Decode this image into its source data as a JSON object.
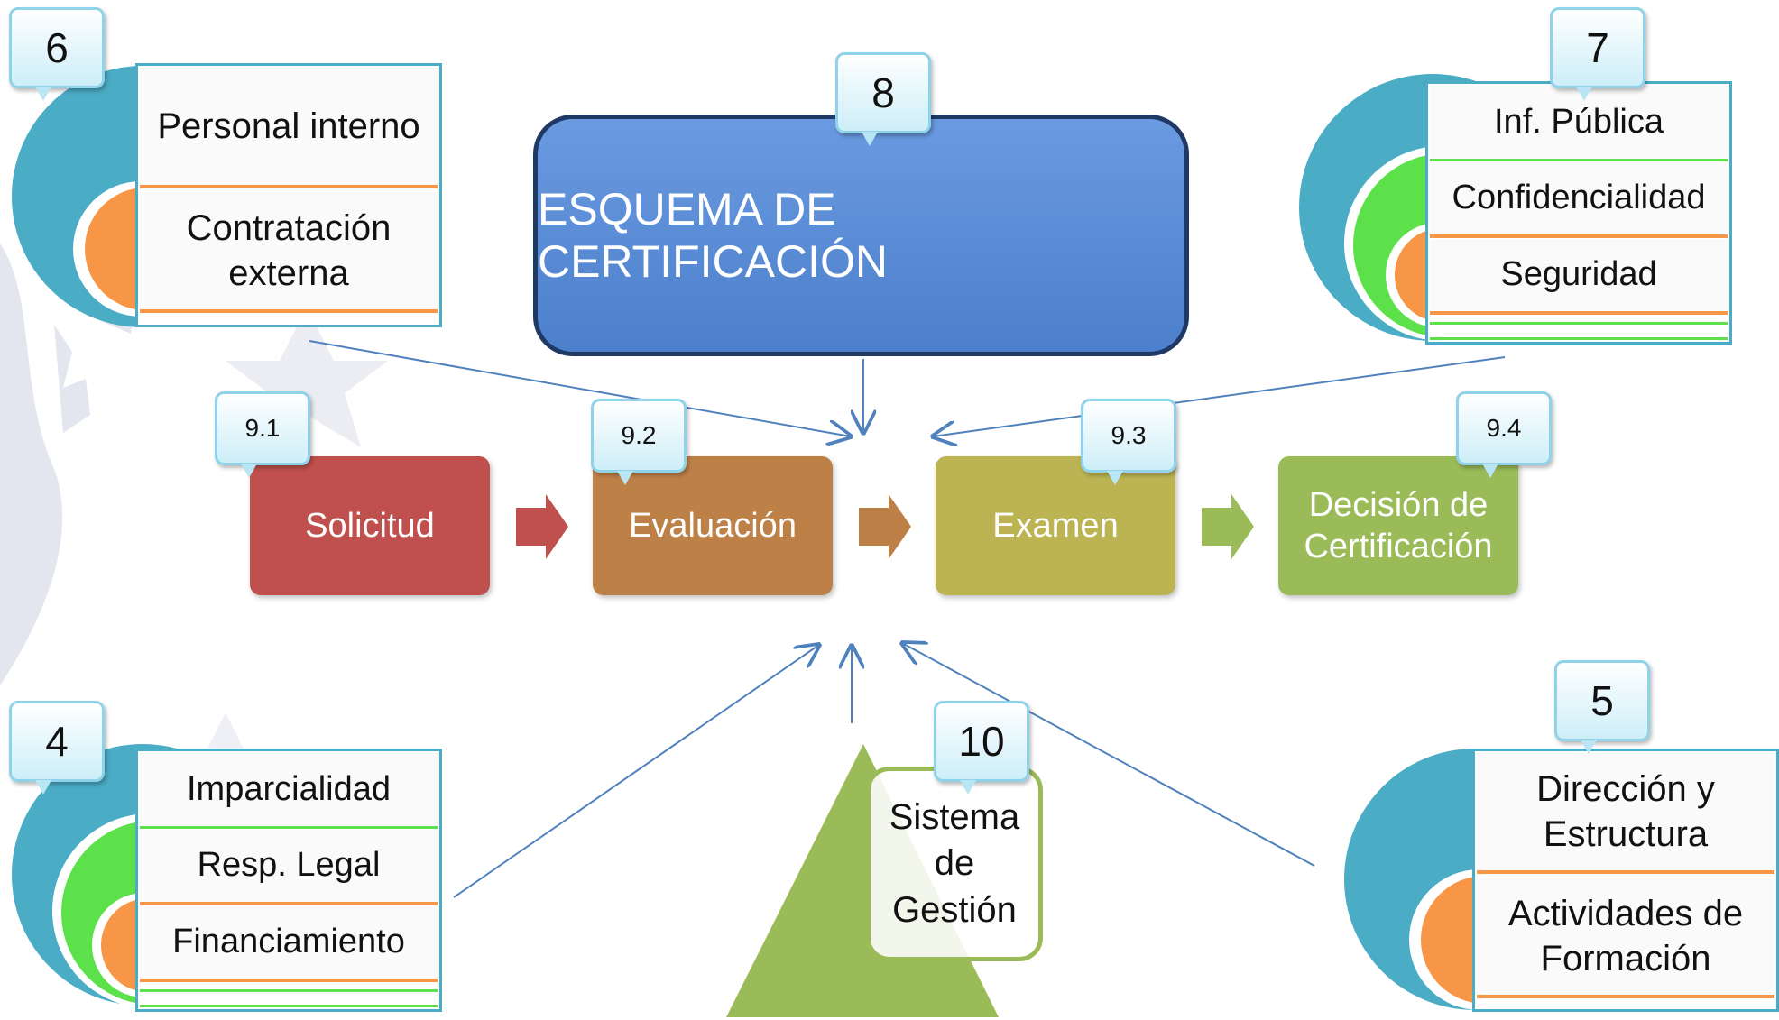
{
  "badges": {
    "b6": "6",
    "b7": "7",
    "b8": "8",
    "b4": "4",
    "b5": "5",
    "b10": "10",
    "b91": "9.1",
    "b92": "9.2",
    "b93": "9.3",
    "b94": "9.4"
  },
  "scheme_title": "ESQUEMA DE CERTIFICACIÓN",
  "process_steps": [
    "Solicitud",
    "Evaluación",
    "Examen",
    "Decisión de Certificación"
  ],
  "group6": [
    "Personal interno",
    "Contratación externa"
  ],
  "group7": [
    "Inf. Pública",
    "Confidencialidad",
    "Seguridad"
  ],
  "group4": [
    "Imparcialidad",
    "Resp. Legal",
    "Financiamiento"
  ],
  "group5": [
    "Dirección y Estructura",
    "Actividades de Formación"
  ],
  "management_system": "Sistema de Gestión",
  "colors": {
    "teal": "#4bacc6",
    "orange": "#f79646",
    "green": "#5ce14a",
    "blue": "#4f81bd",
    "solicitud": "#c0504d",
    "evaluacion": "#bd8148",
    "examen": "#bcb453",
    "decision": "#9bbb59",
    "triangle": "#9bbb59"
  }
}
